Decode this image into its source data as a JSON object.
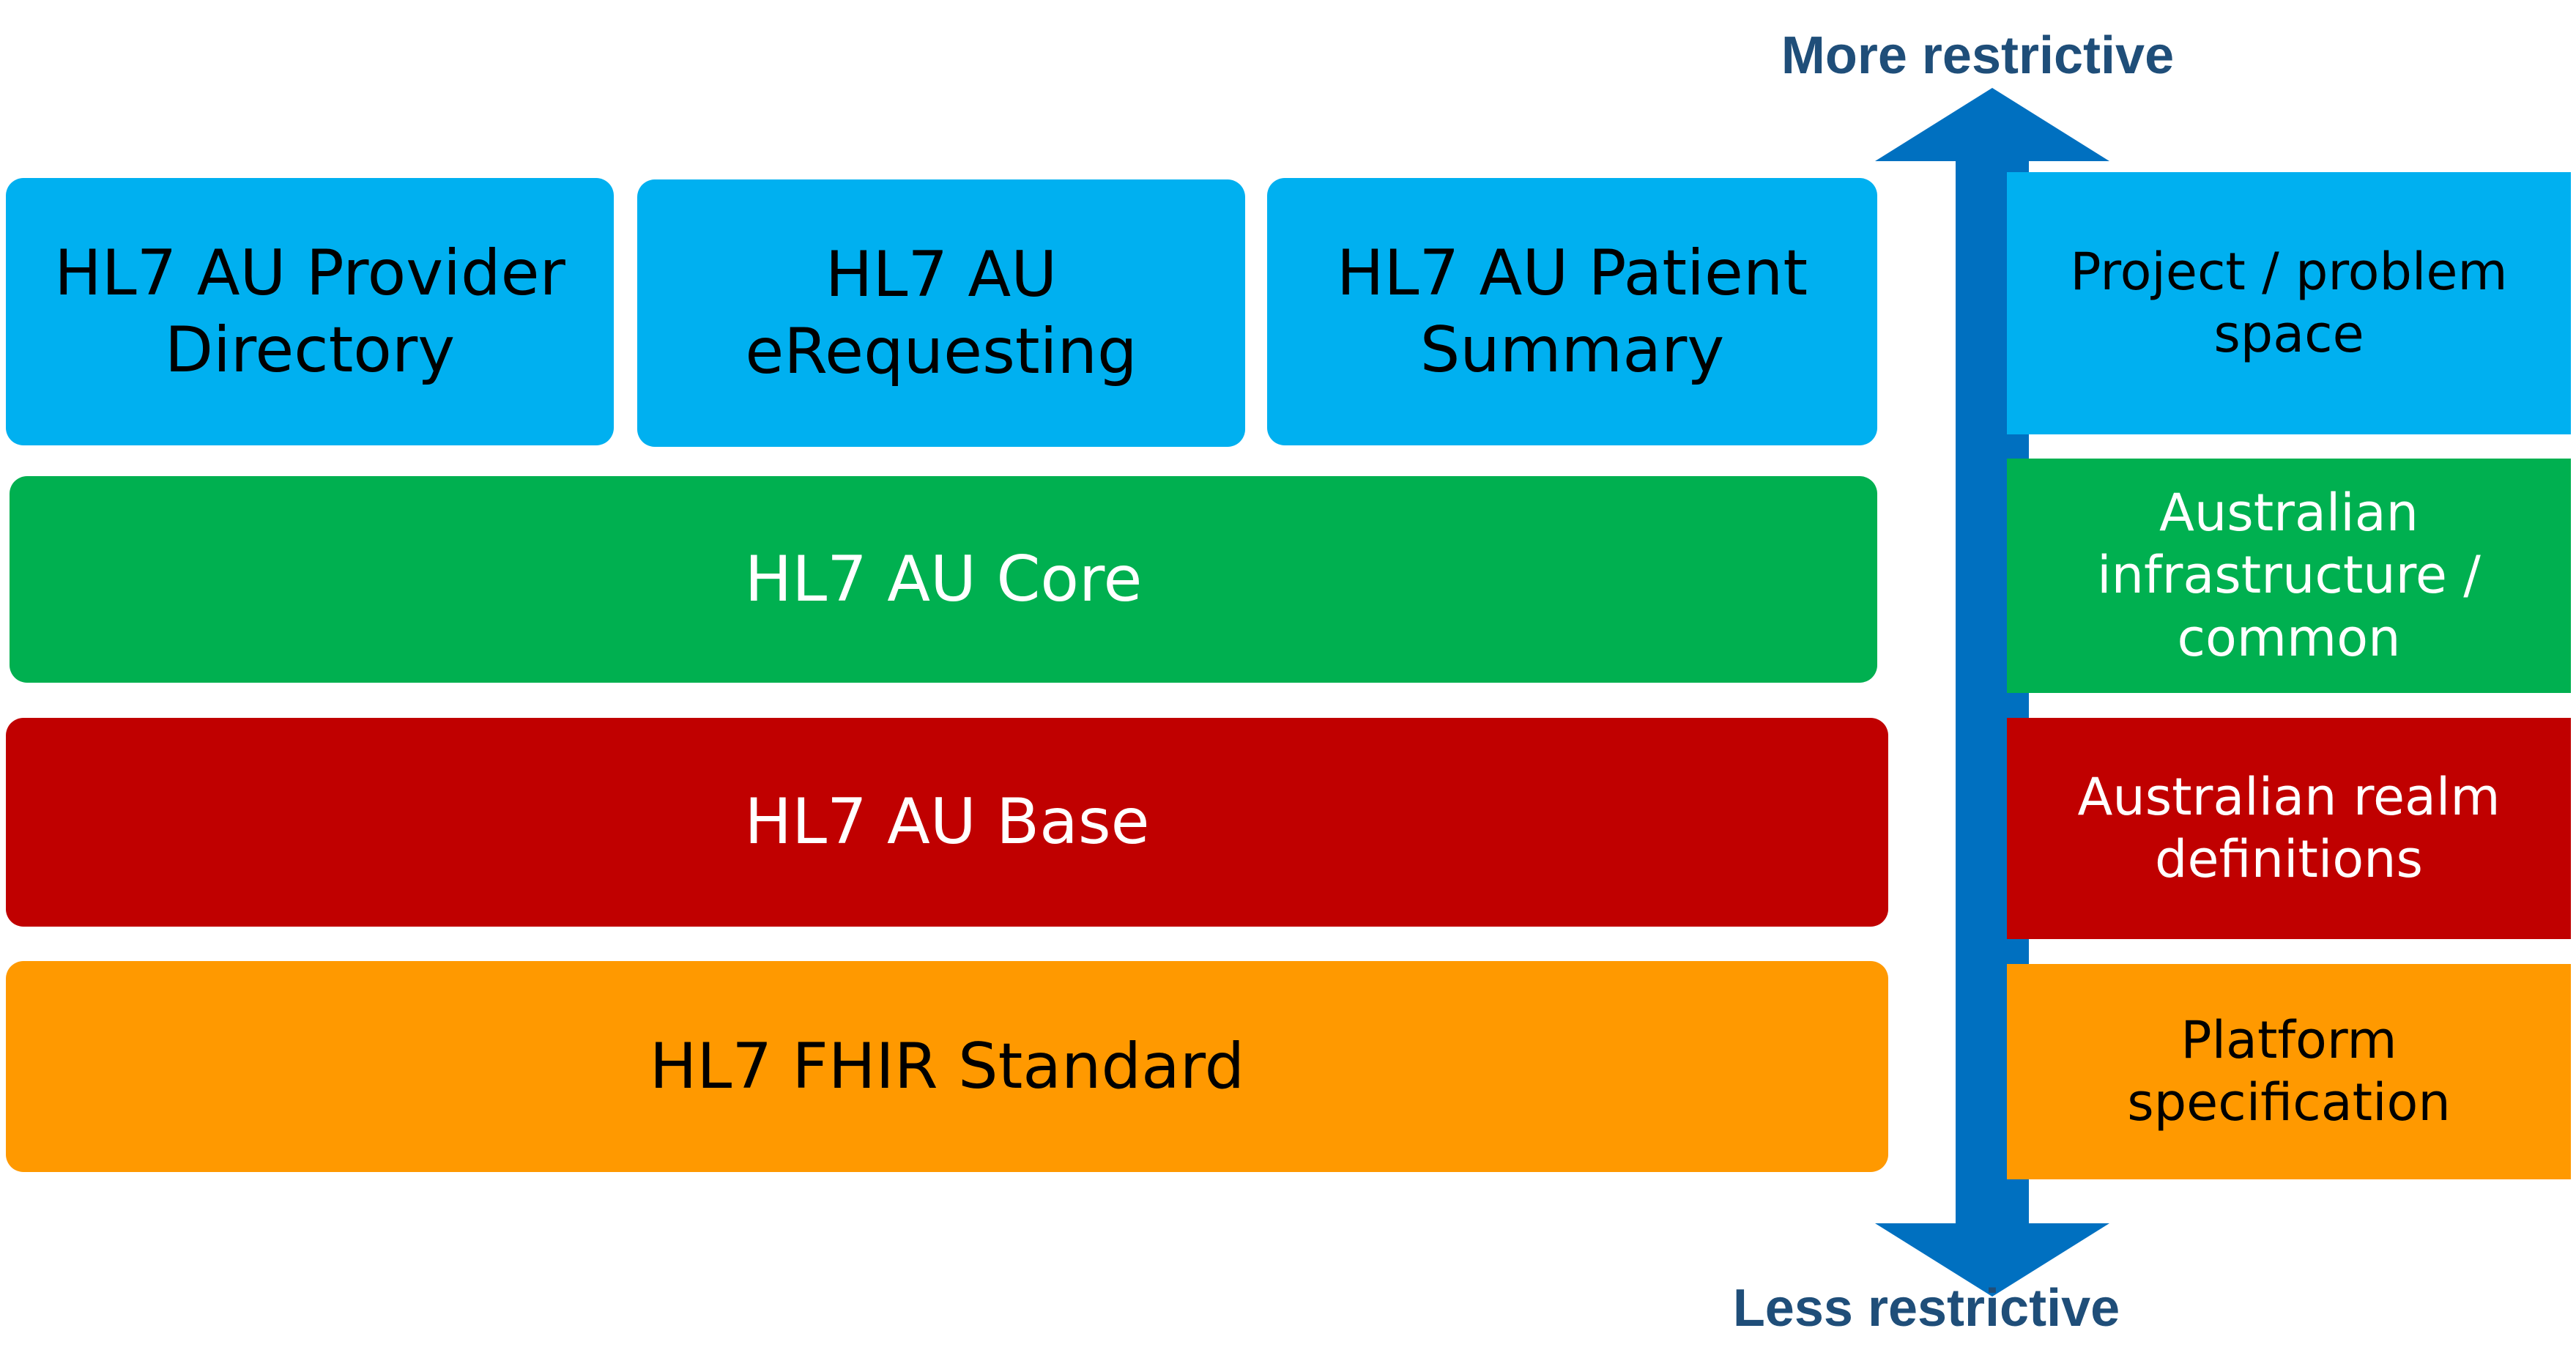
{
  "colors": {
    "project": "#00b0f0",
    "infrastructure": "#00b050",
    "realm": "#c00000",
    "platform": "#ff9900",
    "arrow": "#0070c0",
    "arrow_label": "#1f4e79"
  },
  "arrow": {
    "top_label": "More restrictive",
    "bottom_label": "Less restrictive"
  },
  "project_igs": [
    {
      "label": "HL7 AU Provider Directory"
    },
    {
      "label": "HL7 AU eRequesting"
    },
    {
      "label": "HL7 AU Patient Summary"
    }
  ],
  "layers": {
    "core": {
      "label": "HL7 AU Core"
    },
    "base": {
      "label": "HL7 AU Base"
    },
    "fhir": {
      "label": "HL7 FHIR Standard"
    }
  },
  "legend": [
    {
      "label": "Project / problem space",
      "color_role": "project"
    },
    {
      "label": "Australian infrastructure / common",
      "color_role": "infrastructure"
    },
    {
      "label": "Australian realm definitions",
      "color_role": "realm"
    },
    {
      "label": "Platform specification",
      "color_role": "platform"
    }
  ]
}
